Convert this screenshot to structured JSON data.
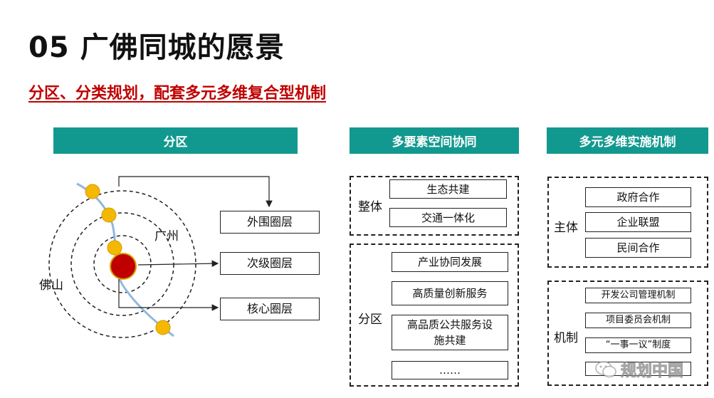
{
  "slide": {
    "title": "05  广佛同城的愿景",
    "subtitle": "分区、分类规划，配套多元多维复合型机制"
  },
  "columns": {
    "zone": {
      "header": "分区",
      "city_left": "佛山",
      "city_right": "广州",
      "layers": [
        "外围圈层",
        "次级圈层",
        "核心圈层"
      ]
    },
    "coordination": {
      "header": "多要素空间协同",
      "overall": {
        "label": "整体",
        "items": [
          "生态共建",
          "交通一体化"
        ]
      },
      "district": {
        "label": "分区",
        "items": [
          "产业协同发展",
          "高质量创新服务",
          "高品质公共服务设施共建",
          "……"
        ]
      }
    },
    "mechanism": {
      "header": "多元多维实施机制",
      "subject": {
        "label": "主体",
        "items": [
          "政府合作",
          "企业联盟",
          "民间合作"
        ]
      },
      "mechanism": {
        "label": "机制",
        "items": [
          "开发公司管理机制",
          "项目委员会机制",
          "“一事一议”制度"
        ]
      }
    }
  },
  "watermark": "规划中国",
  "colors": {
    "header_bg": "#12998f",
    "subtitle": "#c00000",
    "core": "#c00000",
    "node": "#f5b800",
    "river": "#8fb8de"
  }
}
